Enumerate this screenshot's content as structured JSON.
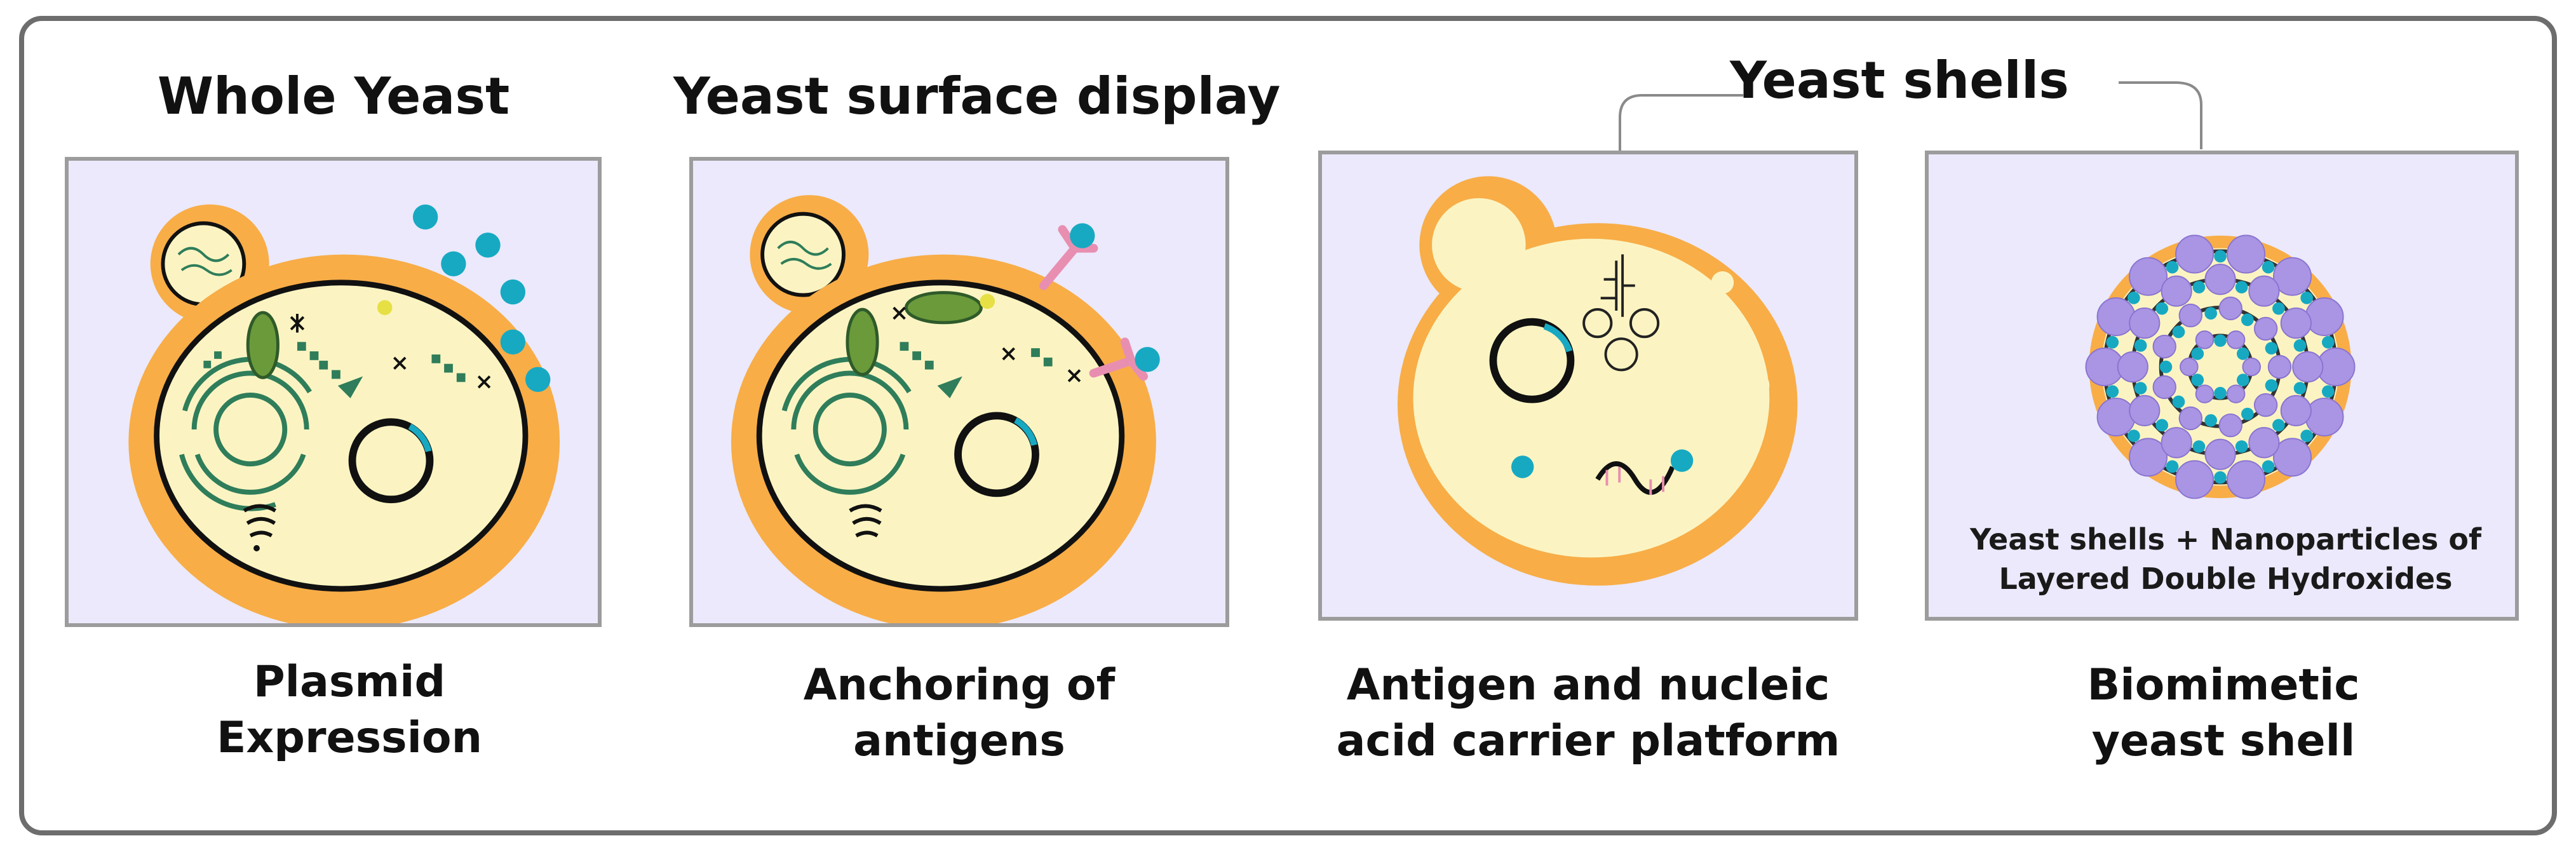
{
  "panels": [
    {
      "title": "Whole Yeast",
      "caption_line1": "Plasmid",
      "caption_line2": "Expression"
    },
    {
      "title": "Yeast surface display",
      "caption_line1": "Anchoring of",
      "caption_line2": "antigens"
    },
    {
      "caption_line1": "Antigen and nucleic",
      "caption_line2": "acid carrier platform"
    },
    {
      "caption_line1": "Biomimetic",
      "caption_line2": "yeast shell",
      "note_line1": "Yeast shells + Nanoparticles of",
      "note_line2": "Layered Double Hydroxides"
    }
  ],
  "group_title": "Yeast shells",
  "colors": {
    "panel_bg": "#ebe9fb",
    "cell_wall": "#f8ad47",
    "cytoplasm": "#fbf4c2",
    "organelle": "#2f7d5a",
    "antigen": "#17a9c2",
    "anchor": "#e88fb1",
    "nanoparticle": "#a995e4",
    "outline": "#111111"
  },
  "icons": [
    "yeast-cell-icon",
    "bud-icon",
    "nucleus-icon",
    "mitochondrion-icon",
    "plasmid-icon",
    "antigen-icon",
    "anchor-protein-icon",
    "nucleic-acid-icon",
    "nanoparticle-icon"
  ]
}
